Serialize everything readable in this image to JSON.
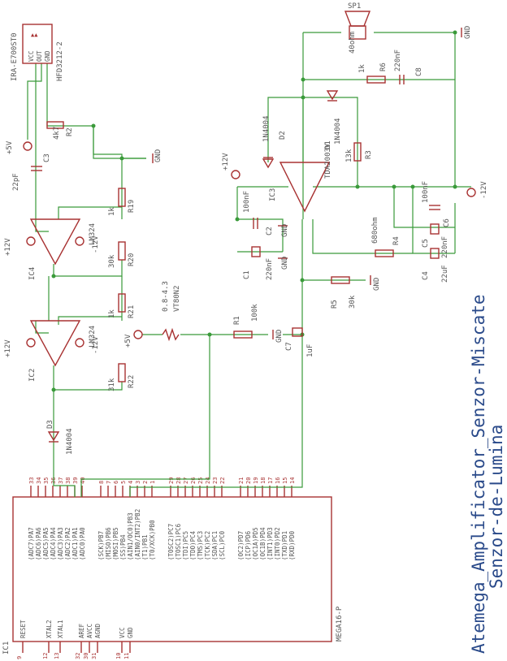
{
  "title": {
    "line1": "Atemega_Amplificator_Senzor-Miscate",
    "line2": "Senzor-de-Lumina"
  },
  "colors": {
    "wire": "#3a9a3a",
    "part": "#a83232",
    "text": "#555555",
    "title": "#2a4a8a"
  },
  "mcu": {
    "ref": "IC1",
    "name": "MEGA16-P",
    "left_pins": [
      {
        "num": "9",
        "name": "RESET"
      },
      {
        "num": "12",
        "name": "XTAL2"
      },
      {
        "num": "13",
        "name": "XTAL1"
      },
      {
        "num": "32",
        "name": "AREF"
      },
      {
        "num": "30",
        "name": "AVCC"
      },
      {
        "num": "31",
        "name": "AGND"
      },
      {
        "num": "10",
        "name": "VCC"
      },
      {
        "num": "11",
        "name": "GND"
      }
    ],
    "top_pins": [
      {
        "num": "33",
        "name": "(ADC7)PA7"
      },
      {
        "num": "34",
        "name": "(ADC6)PA6"
      },
      {
        "num": "35",
        "name": "(ADC5)PA5"
      },
      {
        "num": "36",
        "name": "(ADC4)PA4"
      },
      {
        "num": "37",
        "name": "(ADC3)PA3"
      },
      {
        "num": "38",
        "name": "(ADC2)PA2"
      },
      {
        "num": "39",
        "name": "(ADC1)PA1"
      },
      {
        "num": "40",
        "name": "(ADC0)PA0"
      },
      {
        "num": "8",
        "name": "(SCK)PB7"
      },
      {
        "num": "7",
        "name": "(MISO)PB6"
      },
      {
        "num": "6",
        "name": "(MOSI)PB5"
      },
      {
        "num": "5",
        "name": "(SS)PB4"
      },
      {
        "num": "4",
        "name": "(AIN1/OC0)PB3"
      },
      {
        "num": "3",
        "name": "(AIN0/INT2)PB2"
      },
      {
        "num": "2",
        "name": "(T1)PB1"
      },
      {
        "num": "1",
        "name": "(T0/XCK)PB0"
      },
      {
        "num": "29",
        "name": "(TOSC2)PC7"
      },
      {
        "num": "28",
        "name": "(TOSC1)PC6"
      },
      {
        "num": "27",
        "name": "(TDI)PC5"
      },
      {
        "num": "26",
        "name": "(TDO)PC4"
      },
      {
        "num": "25",
        "name": "(TMS)PC3"
      },
      {
        "num": "24",
        "name": "(TCK)PC2"
      },
      {
        "num": "23",
        "name": "(SDA)PC1"
      },
      {
        "num": "22",
        "name": "(SCL)PC0"
      },
      {
        "num": "21",
        "name": "(OC2)PD7"
      },
      {
        "num": "20",
        "name": "(ICP)PD6"
      },
      {
        "num": "19",
        "name": "(OC1A)PD5"
      },
      {
        "num": "18",
        "name": "(OC1B)PD4"
      },
      {
        "num": "17",
        "name": "(INT1)PD3"
      },
      {
        "num": "16",
        "name": "(INT0)PD2"
      },
      {
        "num": "15",
        "name": "(TXD)PD1"
      },
      {
        "num": "14",
        "name": "(RXD)PD0"
      }
    ]
  },
  "labels": {
    "sensor": "IRA-E700ST0",
    "sensor2": "HFD3212-2",
    "vcc": "VCC",
    "out": "OUT",
    "gnd_pin": "GND",
    "p5v_a": "+5V",
    "p5v_b": "+5V",
    "p12v_a": "+12V",
    "p12v_b": "+12V",
    "p12v_c": "+12V",
    "m12v_a": "-12V",
    "m12v_b": "-12V",
    "m12v_c": "-12V",
    "gnd_a": "GND",
    "gnd_b": "GND",
    "gnd_c": "GND",
    "gnd_d": "GND",
    "gnd_e": "GND",
    "gnd_f": "GND",
    "r2": "R2",
    "r2v": "4k7",
    "c3": "C3",
    "c3v": "22pF",
    "r19": "R19",
    "r19v": "1k",
    "r20": "R20",
    "r20v": "30k",
    "r21": "R21",
    "r21v": "1k",
    "r22": "R22",
    "r22v": "31k",
    "ic4": "IC4",
    "ic4t": "LM324",
    "ic2": "IC2",
    "ic2t": "LM324",
    "d3": "D3",
    "d3v": "1N4004",
    "ldr": "0.8-4.3",
    "ldr2": "VT80N2",
    "r1": "R1",
    "r1v": "100k",
    "c7": "C7",
    "c7v": "1uF",
    "c1": "C1",
    "c1v": "220nF",
    "c2": "C2",
    "c2v": "100nF",
    "d2": "D2",
    "d2v": "1N4004",
    "d1": "D1",
    "d1v": "1N4004",
    "ic3": "IC3",
    "ic3t": "TDA2003V",
    "r3": "R3",
    "r3v": "13k",
    "r4": "R4",
    "r4v": "680ohm",
    "r5": "R5",
    "r5v": "30k",
    "r6": "R6",
    "r6v": "1k",
    "c8": "C8",
    "c8v": "220nF",
    "c6": "C6",
    "c6v": "100nF",
    "c5": "C5",
    "c5v": "220nF",
    "c4": "C4",
    "c4v": "22uF",
    "spk": "SP1",
    "spkv": "40ohm"
  }
}
